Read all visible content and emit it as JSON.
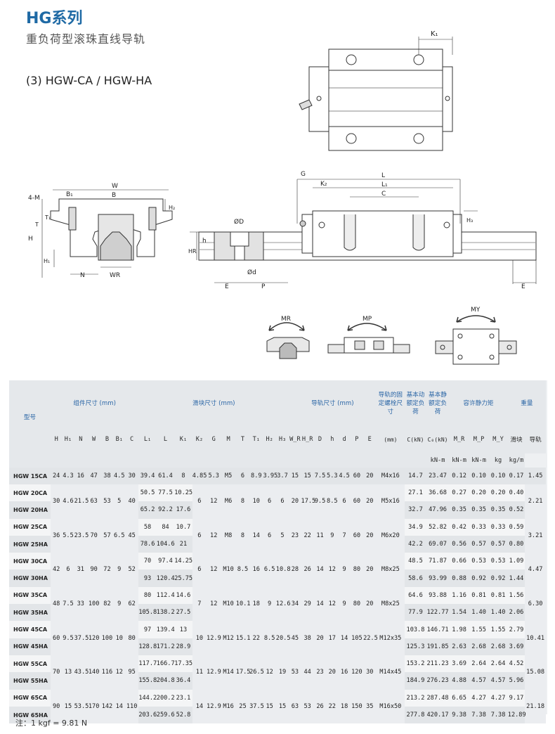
{
  "header": {
    "title": "HG系列",
    "subtitle": "重负荷型滚珠直线导轨",
    "section": "(3) HGW-CA / HGW-HA"
  },
  "figure": {
    "labels": {
      "K1": "K₁",
      "W": "W",
      "B1": "B₁",
      "B": "B",
      "fourM": "4-M",
      "T": "T",
      "T1": "T₁",
      "H2": "H₂",
      "H": "H",
      "H1": "H₁",
      "N": "N",
      "WR": "WR",
      "G": "G",
      "K2": "K₂",
      "L": "L",
      "L1": "L₁",
      "C": "C",
      "H3": "H₃",
      "D": "ØD",
      "h": "h",
      "HR": "HR",
      "d": "Ød",
      "E": "E",
      "P": "P",
      "MR": "MR",
      "MP": "MP",
      "MY": "MY"
    }
  },
  "table": {
    "group_headers": {
      "model": "型号",
      "assembly": "组件尺寸 (mm)",
      "block": "滑块尺寸 (mm)",
      "rail": "导轨尺寸 (mm)",
      "bolt": "导轨的固定螺栓尺寸",
      "dynamic": "基本动额定负荷",
      "static": "基本静额定负荷",
      "moment": "容许静力矩",
      "weight": "重量"
    },
    "columns": [
      "H",
      "H₁",
      "N",
      "W",
      "B",
      "B₁",
      "C",
      "L₁",
      "L",
      "K₁",
      "K₂",
      "G",
      "M",
      "T",
      "T₁",
      "H₂",
      "H₃",
      "W_R",
      "H_R",
      "D",
      "h",
      "d",
      "P",
      "E",
      "(mm)",
      "C(kN)",
      "C₀(kN)",
      "M_R",
      "M_P",
      "M_Y",
      "滑块",
      "导轨"
    ],
    "units": {
      "mr": "kN-m",
      "mp": "kN-m",
      "my": "kN-m",
      "block": "kg",
      "rail": "kg/m"
    },
    "groups": [
      {
        "H": "24",
        "H1": "4.3",
        "N": "16",
        "W": "47",
        "B": "38",
        "B1": "4.5",
        "C": "30",
        "K2": "4.85",
        "G": "5.3",
        "M": "M5",
        "T": "6",
        "T1": "8.9",
        "H2": "3.95",
        "H3": "3.7",
        "WR": "15",
        "HR": "15",
        "D": "7.5",
        "h": "5.3",
        "d": "4.5",
        "P": "60",
        "E": "20",
        "bolt": "M4x16",
        "rail_wt": "1.45",
        "rows": [
          {
            "model": "HGW 15CA",
            "L1": "39.4",
            "L": "61.4",
            "K1": "8",
            "Cd": "14.7",
            "C0": "23.47",
            "MR": "0.12",
            "MP": "0.10",
            "MY": "0.10",
            "wt": "0.17"
          }
        ]
      },
      {
        "H": "30",
        "H1": "4.6",
        "N": "21.5",
        "W": "63",
        "B": "53",
        "B1": "5",
        "C": "40",
        "K2": "6",
        "G": "12",
        "M": "M6",
        "T": "8",
        "T1": "10",
        "H2": "6",
        "H3": "6",
        "WR": "20",
        "HR": "17.5",
        "D": "9.5",
        "h": "8.5",
        "d": "6",
        "P": "60",
        "E": "20",
        "bolt": "M5x16",
        "rail_wt": "2.21",
        "rows": [
          {
            "model": "HGW 20CA",
            "L1": "50.5",
            "L": "77.5",
            "K1": "10.25",
            "Cd": "27.1",
            "C0": "36.68",
            "MR": "0.27",
            "MP": "0.20",
            "MY": "0.20",
            "wt": "0.40"
          },
          {
            "model": "HGW 20HA",
            "L1": "65.2",
            "L": "92.2",
            "K1": "17.6",
            "Cd": "32.7",
            "C0": "47.96",
            "MR": "0.35",
            "MP": "0.35",
            "MY": "0.35",
            "wt": "0.52"
          }
        ]
      },
      {
        "H": "36",
        "H1": "5.5",
        "N": "23.5",
        "W": "70",
        "B": "57",
        "B1": "6.5",
        "C": "45",
        "K2": "6",
        "G": "12",
        "M": "M8",
        "T": "8",
        "T1": "14",
        "H2": "6",
        "H3": "5",
        "WR": "23",
        "HR": "22",
        "D": "11",
        "h": "9",
        "d": "7",
        "P": "60",
        "E": "20",
        "bolt": "M6x20",
        "rail_wt": "3.21",
        "rows": [
          {
            "model": "HGW 25CA",
            "L1": "58",
            "L": "84",
            "K1": "10.7",
            "Cd": "34.9",
            "C0": "52.82",
            "MR": "0.42",
            "MP": "0.33",
            "MY": "0.33",
            "wt": "0.59"
          },
          {
            "model": "HGW 25HA",
            "L1": "78.6",
            "L": "104.6",
            "K1": "21",
            "Cd": "42.2",
            "C0": "69.07",
            "MR": "0.56",
            "MP": "0.57",
            "MY": "0.57",
            "wt": "0.80"
          }
        ]
      },
      {
        "H": "42",
        "H1": "6",
        "N": "31",
        "W": "90",
        "B": "72",
        "B1": "9",
        "C": "52",
        "K2": "6",
        "G": "12",
        "M": "M10",
        "T": "8.5",
        "T1": "16",
        "H2": "6.5",
        "H3": "10.8",
        "WR": "28",
        "HR": "26",
        "D": "14",
        "h": "12",
        "d": "9",
        "P": "80",
        "E": "20",
        "bolt": "M8x25",
        "rail_wt": "4.47",
        "rows": [
          {
            "model": "HGW 30CA",
            "L1": "70",
            "L": "97.4",
            "K1": "14.25",
            "Cd": "48.5",
            "C0": "71.87",
            "MR": "0.66",
            "MP": "0.53",
            "MY": "0.53",
            "wt": "1.09"
          },
          {
            "model": "HGW 30HA",
            "L1": "93",
            "L": "120.4",
            "K1": "25.75",
            "Cd": "58.6",
            "C0": "93.99",
            "MR": "0.88",
            "MP": "0.92",
            "MY": "0.92",
            "wt": "1.44"
          }
        ]
      },
      {
        "H": "48",
        "H1": "7.5",
        "N": "33",
        "W": "100",
        "B": "82",
        "B1": "9",
        "C": "62",
        "K2": "7",
        "G": "12",
        "M": "M10",
        "T": "10.1",
        "T1": "18",
        "H2": "9",
        "H3": "12.6",
        "WR": "34",
        "HR": "29",
        "D": "14",
        "h": "12",
        "d": "9",
        "P": "80",
        "E": "20",
        "bolt": "M8x25",
        "rail_wt": "6.30",
        "rows": [
          {
            "model": "HGW 35CA",
            "L1": "80",
            "L": "112.4",
            "K1": "14.6",
            "Cd": "64.6",
            "C0": "93.88",
            "MR": "1.16",
            "MP": "0.81",
            "MY": "0.81",
            "wt": "1.56"
          },
          {
            "model": "HGW 35HA",
            "L1": "105.8",
            "L": "138.2",
            "K1": "27.5",
            "Cd": "77.9",
            "C0": "122.77",
            "MR": "1.54",
            "MP": "1.40",
            "MY": "1.40",
            "wt": "2.06"
          }
        ]
      },
      {
        "H": "60",
        "H1": "9.5",
        "N": "37.5",
        "W": "120",
        "B": "100",
        "B1": "10",
        "C": "80",
        "K2": "10",
        "G": "12.9",
        "M": "M12",
        "T": "15.1",
        "T1": "22",
        "H2": "8.5",
        "H3": "20.5",
        "WR": "45",
        "HR": "38",
        "D": "20",
        "h": "17",
        "d": "14",
        "P": "105",
        "E": "22.5",
        "bolt": "M12x35",
        "rail_wt": "10.41",
        "rows": [
          {
            "model": "HGW 45CA",
            "L1": "97",
            "L": "139.4",
            "K1": "13",
            "Cd": "103.8",
            "C0": "146.71",
            "MR": "1.98",
            "MP": "1.55",
            "MY": "1.55",
            "wt": "2.79"
          },
          {
            "model": "HGW 45HA",
            "L1": "128.8",
            "L": "171.2",
            "K1": "28.9",
            "Cd": "125.3",
            "C0": "191.85",
            "MR": "2.63",
            "MP": "2.68",
            "MY": "2.68",
            "wt": "3.69"
          }
        ]
      },
      {
        "H": "70",
        "H1": "13",
        "N": "43.5",
        "W": "140",
        "B": "116",
        "B1": "12",
        "C": "95",
        "K2": "11",
        "G": "12.9",
        "M": "M14",
        "T": "17.5",
        "T1": "26.5",
        "H2": "12",
        "H3": "19",
        "WR": "53",
        "HR": "44",
        "D": "23",
        "h": "20",
        "d": "16",
        "P": "120",
        "E": "30",
        "bolt": "M14x45",
        "rail_wt": "15.08",
        "rows": [
          {
            "model": "HGW 55CA",
            "L1": "117.7",
            "L": "166.7",
            "K1": "17.35",
            "Cd": "153.2",
            "C0": "211.23",
            "MR": "3.69",
            "MP": "2.64",
            "MY": "2.64",
            "wt": "4.52"
          },
          {
            "model": "HGW 55HA",
            "L1": "155.8",
            "L": "204.8",
            "K1": "36.4",
            "Cd": "184.9",
            "C0": "276.23",
            "MR": "4.88",
            "MP": "4.57",
            "MY": "4.57",
            "wt": "5.96"
          }
        ]
      },
      {
        "H": "90",
        "H1": "15",
        "N": "53.5",
        "W": "170",
        "B": "142",
        "B1": "14",
        "C": "110",
        "K2": "14",
        "G": "12.9",
        "M": "M16",
        "T": "25",
        "T1": "37.5",
        "H2": "15",
        "H3": "15",
        "WR": "63",
        "HR": "53",
        "D": "26",
        "h": "22",
        "d": "18",
        "P": "150",
        "E": "35",
        "bolt": "M16x50",
        "rail_wt": "21.18",
        "rows": [
          {
            "model": "HGW 65CA",
            "L1": "144.2",
            "L": "200.2",
            "K1": "23.1",
            "Cd": "213.2",
            "C0": "287.48",
            "MR": "6.65",
            "MP": "4.27",
            "MY": "4.27",
            "wt": "9.17"
          },
          {
            "model": "HGW 65HA",
            "L1": "203.6",
            "L": "259.6",
            "K1": "52.8",
            "Cd": "277.8",
            "C0": "420.17",
            "MR": "9.38",
            "MP": "7.38",
            "MY": "7.38",
            "wt": "12.89"
          }
        ]
      }
    ]
  },
  "footnote": "注：1 kgf = 9.81 N"
}
